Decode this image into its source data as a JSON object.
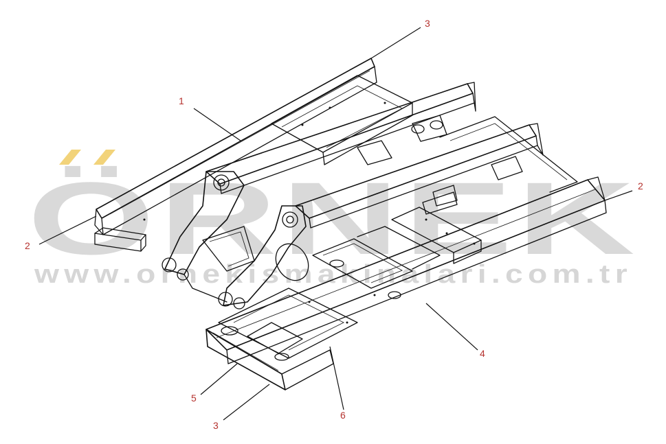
{
  "watermark": {
    "brand": "ÖRNEK",
    "url": "www.ornekismakinalari.com.tr",
    "accent_color": "#f2d37a",
    "text_color": "#d9d9d9"
  },
  "callouts": [
    {
      "id": "c3a",
      "label": "3"
    },
    {
      "id": "c1",
      "label": "1"
    },
    {
      "id": "c2a",
      "label": "2"
    },
    {
      "id": "c2b",
      "label": "2"
    },
    {
      "id": "c4",
      "label": "4"
    },
    {
      "id": "c5",
      "label": "5"
    },
    {
      "id": "c3b",
      "label": "3"
    },
    {
      "id": "c6",
      "label": "6"
    }
  ],
  "colors": {
    "callout_text": "#b5322e",
    "line": "#111111",
    "background": "#ffffff"
  }
}
